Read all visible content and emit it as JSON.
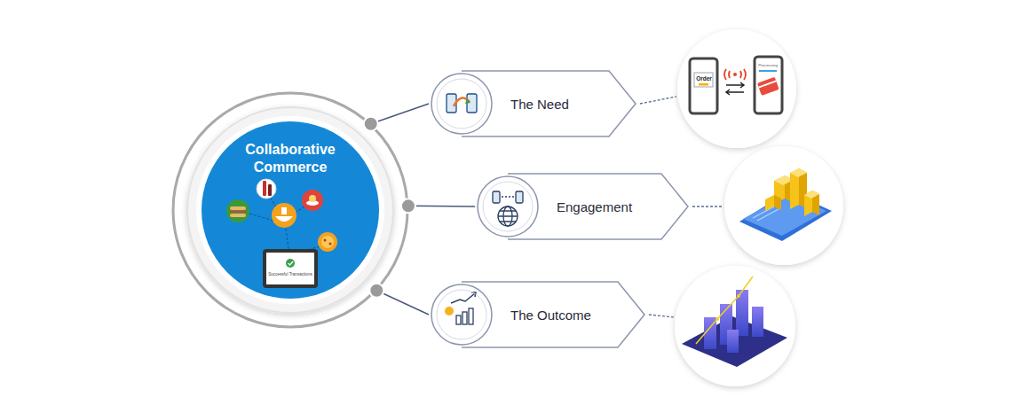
{
  "diagram": {
    "nodes": [
      {
        "text": [
          "Collaborative Commerce"
        ]
      },
      {
        "text": [
          "The Need"
        ]
      },
      {
        "text": [
          "Engagement"
        ]
      },
      {
        "text": [
          "The Outcome"
        ]
      }
    ],
    "edges": [
      {
        "from": 0,
        "to": 1,
        "arrow": "none"
      },
      {
        "from": 0,
        "to": 2,
        "arrow": "none"
      },
      {
        "from": 0,
        "to": 3,
        "arrow": "none"
      }
    ],
    "labels": [
      "Successful Transactions",
      "Order",
      "Processing"
    ]
  }
}
